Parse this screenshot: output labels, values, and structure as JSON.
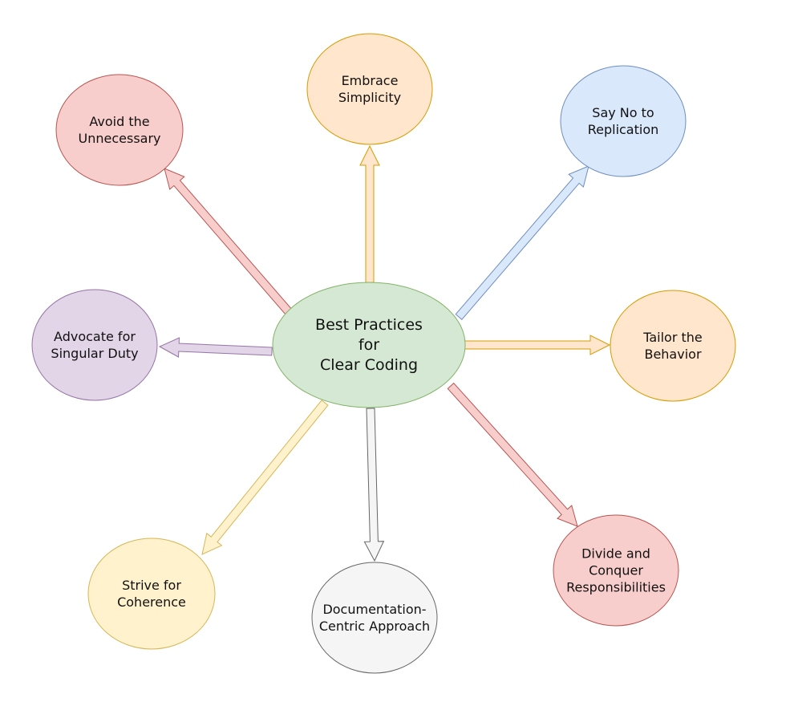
{
  "center": {
    "lines": [
      "Best Practices",
      "for",
      "Clear Coding"
    ],
    "fill": "#d5e8d4",
    "stroke": "#82b366"
  },
  "nodes": [
    {
      "id": "avoid-the-unnecessary",
      "lines": [
        "Avoid the",
        "Unnecessary"
      ],
      "fill": "#f8cecc",
      "stroke": "#b85450"
    },
    {
      "id": "embrace-simplicity",
      "lines": [
        "Embrace",
        "Simplicity"
      ],
      "fill": "#ffe6cc",
      "stroke": "#d79b00"
    },
    {
      "id": "say-no-to-replication",
      "lines": [
        "Say No to",
        "Replication"
      ],
      "fill": "#dae8fc",
      "stroke": "#6c8ebf"
    },
    {
      "id": "advocate-for-singular-duty",
      "lines": [
        "Advocate for",
        "Singular Duty"
      ],
      "fill": "#e1d5e7",
      "stroke": "#9673a6"
    },
    {
      "id": "tailor-the-behavior",
      "lines": [
        "Tailor the",
        "Behavior"
      ],
      "fill": "#ffe6cc",
      "stroke": "#d79b00"
    },
    {
      "id": "divide-and-conquer-responsibilities",
      "lines": [
        "Divide and",
        "Conquer",
        "Responsibilities"
      ],
      "fill": "#f8cecc",
      "stroke": "#b85450"
    },
    {
      "id": "documentation-centric-approach",
      "lines": [
        "Documentation-",
        "Centric Approach"
      ],
      "fill": "#f5f5f5",
      "stroke": "#666666"
    },
    {
      "id": "strive-for-coherence",
      "lines": [
        "Strive for",
        "Coherence"
      ],
      "fill": "#fff2cc",
      "stroke": "#d6b656"
    }
  ]
}
